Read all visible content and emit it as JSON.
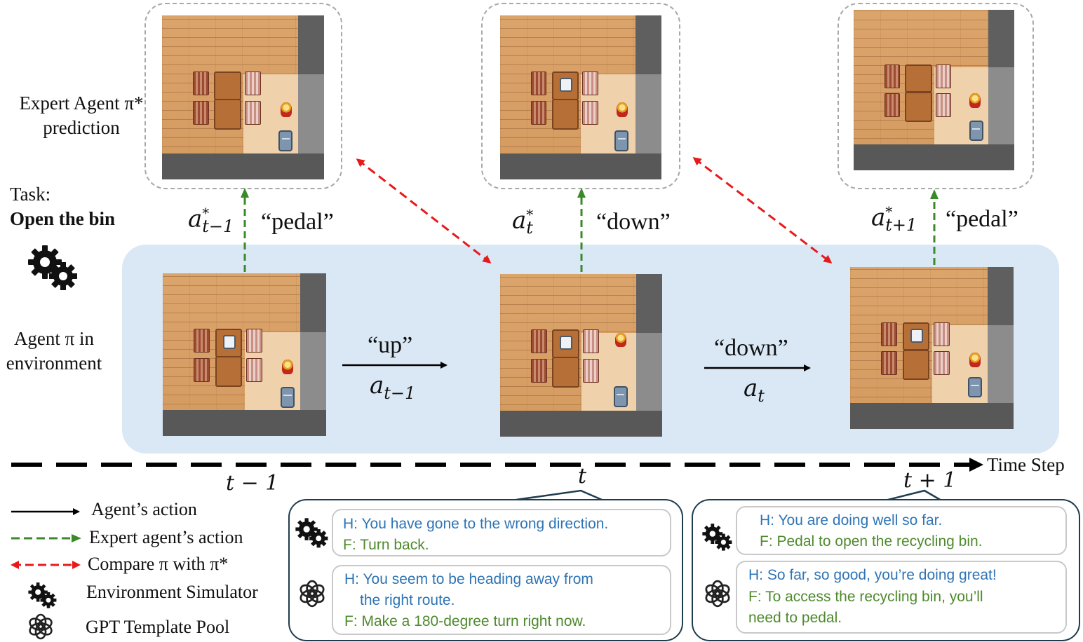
{
  "left_labels": {
    "expert_line1": "Expert Agent π*",
    "expert_line2": "prediction",
    "task_title": "Task:",
    "task_name": "Open the bin",
    "agent_line1": "Agent π in",
    "agent_line2": "environment"
  },
  "expert_actions": [
    {
      "symbol": "a*t−1",
      "word": "“pedal”"
    },
    {
      "symbol": "a*t",
      "word": "“down”"
    },
    {
      "symbol": "a*t+1",
      "word": "“pedal”"
    }
  ],
  "agent_actions": [
    {
      "word": "“up”",
      "symbol": "at−1"
    },
    {
      "word": "“down”",
      "symbol": "at"
    }
  ],
  "timeline": {
    "ticks": [
      "t − 1",
      "t",
      "t + 1"
    ],
    "label": "Time Step"
  },
  "legend": {
    "agent_action": "Agent’s action",
    "expert_action": "Expert agent’s action",
    "compare": "Compare π with π*",
    "env_sim": "Environment Simulator",
    "gpt_pool": "GPT Template Pool"
  },
  "feedback_t": {
    "env": {
      "h": "H: You have gone to the wrong direction.",
      "f": "F: Turn back."
    },
    "gpt": {
      "h1": "H: You seem to be heading away from",
      "h2": "the right route.",
      "f": "F: Make a 180-degree turn right now."
    }
  },
  "feedback_t1": {
    "env": {
      "h": "H: You are doing well so far.",
      "f": "F: Pedal to open the recycling bin."
    },
    "gpt": {
      "h": "H: So far, so good, you’re doing great!",
      "f1": "F: To access the recycling bin, you’ll",
      "f2": "need to pedal."
    }
  },
  "colors": {
    "agent_arrow": "#000000",
    "expert_arrow": "#3a8a2a",
    "compare_arrow": "#e8191b",
    "panel": "#dae8f6",
    "human_text": "#2e74b5",
    "feedback_text": "#4e8a2c"
  },
  "icons": [
    "gear-icon",
    "openai-logo-icon"
  ]
}
